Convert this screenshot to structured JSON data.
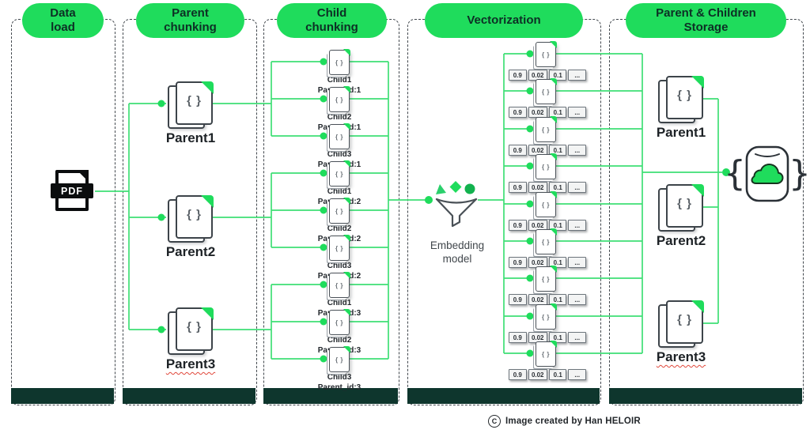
{
  "stages": [
    {
      "label": "Data load"
    },
    {
      "label": "Parent chunking"
    },
    {
      "label": "Child chunking"
    },
    {
      "label": "Vectorization"
    },
    {
      "label": "Parent & Children Storage"
    }
  ],
  "data_load": {
    "file_label": "PDF"
  },
  "parent_chunking": {
    "parents": [
      {
        "label": "Parent1"
      },
      {
        "label": "Parent2"
      },
      {
        "label": "Parent3"
      }
    ]
  },
  "child_chunking": {
    "children": [
      {
        "label": "Child1",
        "parent_ref": "Parent_id:1"
      },
      {
        "label": "Child2",
        "parent_ref": "Parent_id:1"
      },
      {
        "label": "Child3",
        "parent_ref": "Parent_id:1"
      },
      {
        "label": "Child1",
        "parent_ref": "Parent_id:2"
      },
      {
        "label": "Child2",
        "parent_ref": "Parent_id:2"
      },
      {
        "label": "Child3",
        "parent_ref": "Parent_id:2"
      },
      {
        "label": "Child1",
        "parent_ref": "Parent_id:3"
      },
      {
        "label": "Child2",
        "parent_ref": "Parent_id:3"
      },
      {
        "label": "Child3",
        "parent_ref": "Parent_id:3"
      }
    ]
  },
  "vectorization": {
    "embedding_label": "Embedding model",
    "chip_values": [
      "0.9",
      "0.02",
      "0.1",
      "..."
    ]
  },
  "storage": {
    "parents": [
      {
        "label": "Parent1"
      },
      {
        "label": "Parent2"
      },
      {
        "label": "Parent3"
      }
    ]
  },
  "glyphs": {
    "braces": "{ }",
    "open_brace": "{",
    "close_brace": "}",
    "copyright": "C"
  },
  "attribution": "Image created by Han HELOIR",
  "colors": {
    "accent_green": "#1fdc5c",
    "line_green": "#3fdf75",
    "dark_bar": "#0e362d",
    "squiggle_red": "#e0473a"
  }
}
